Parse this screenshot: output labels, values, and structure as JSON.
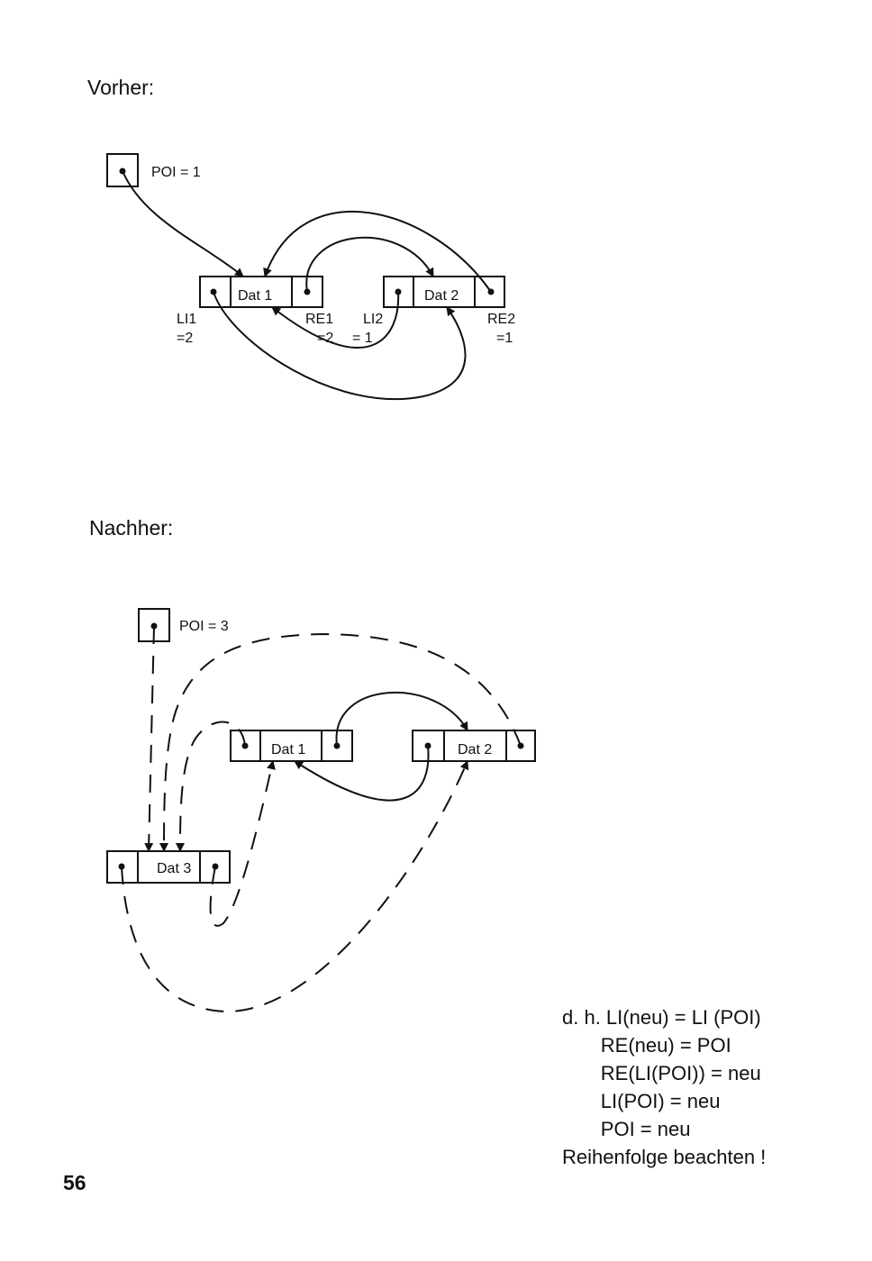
{
  "before": {
    "heading": "Vorher:",
    "pointer_label": "POI = 1",
    "node1_label": "Dat 1",
    "node2_label": "Dat 2",
    "li1_name": "LI1",
    "li1_value": "=2",
    "re1_name": "RE1",
    "re1_value": "=2",
    "li2_name": "LI2",
    "li2_value": "= 1",
    "re2_name": "RE2",
    "re2_value": "=1"
  },
  "after": {
    "heading": "Nachher:",
    "pointer_label": "POI = 3",
    "node1_label": "Dat 1",
    "node2_label": "Dat 2",
    "node3_label": "Dat 3"
  },
  "note": {
    "lines": [
      "d. h. LI(neu) = LI (POI)",
      "       RE(neu) = POI",
      "       RE(LI(POI)) = neu",
      "       LI(POI) = neu",
      "       POI = neu",
      "Reihenfolge beachten !"
    ]
  },
  "page_number": "56"
}
